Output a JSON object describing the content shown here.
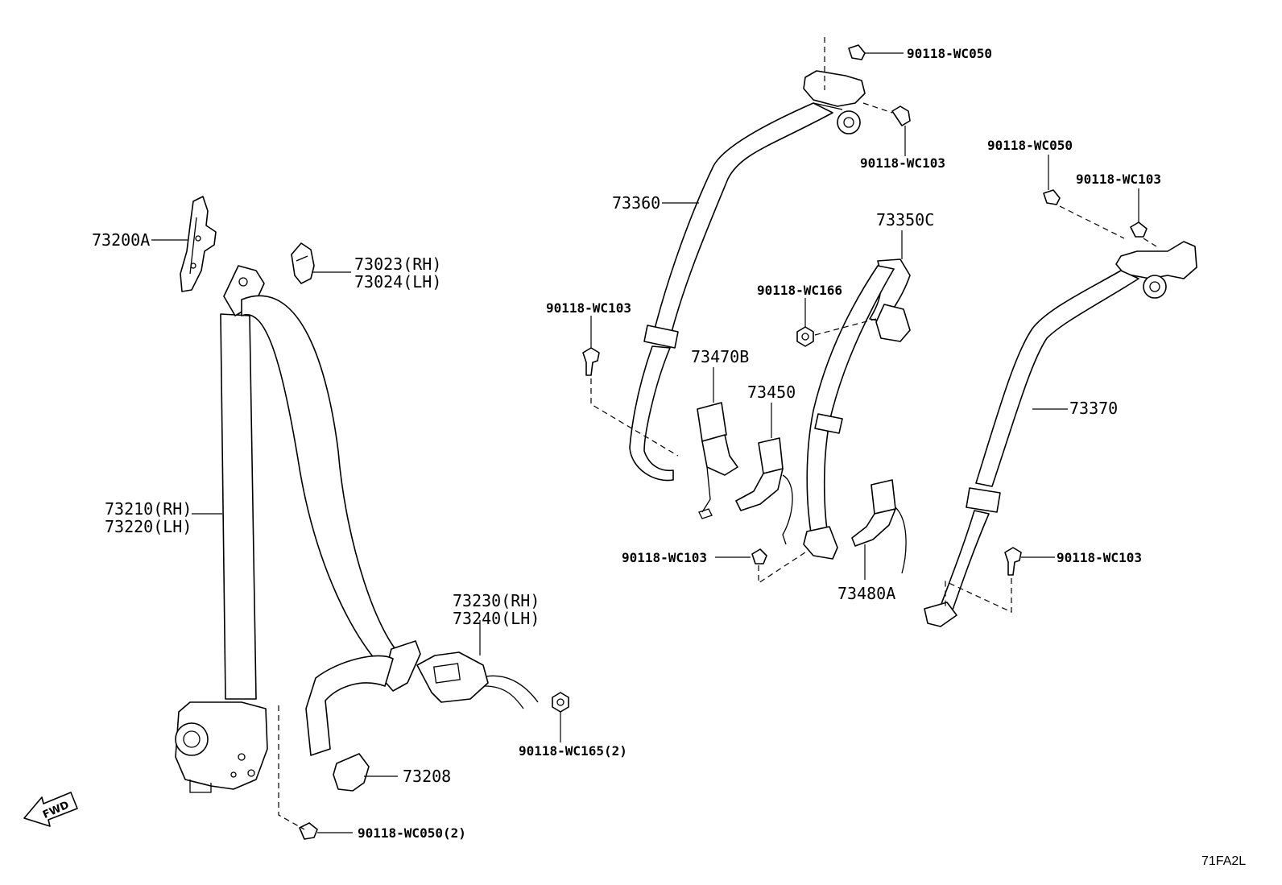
{
  "labels": {
    "p73200a": "73200A",
    "p73023": "73023(RH)",
    "p73024": "73024(LH)",
    "p73210": "73210(RH)",
    "p73220": "73220(LH)",
    "p73230": "73230(RH)",
    "p73240": "73240(LH)",
    "p73208": "73208",
    "bolt_wc050_2": "90118-WC050(2)",
    "nut_wc165_2": "90118-WC165(2)",
    "p73360": "73360",
    "bolt_wc050_top": "90118-WC050",
    "bolt_wc103_top": "90118-WC103",
    "bolt_wc103_left": "90118-WC103",
    "p73470b": "73470B",
    "p73450": "73450",
    "p73350c": "73350C",
    "nut_wc166": "90118-WC166",
    "bolt_wc103_mid": "90118-WC103",
    "p73480a": "73480A",
    "bolt_wc050_right": "90118-WC050",
    "bolt_wc103_right_top": "90118-WC103",
    "p73370": "73370",
    "bolt_wc103_right_low": "90118-WC103",
    "fwd": "FWD",
    "diagram_code": "71FA2L"
  }
}
